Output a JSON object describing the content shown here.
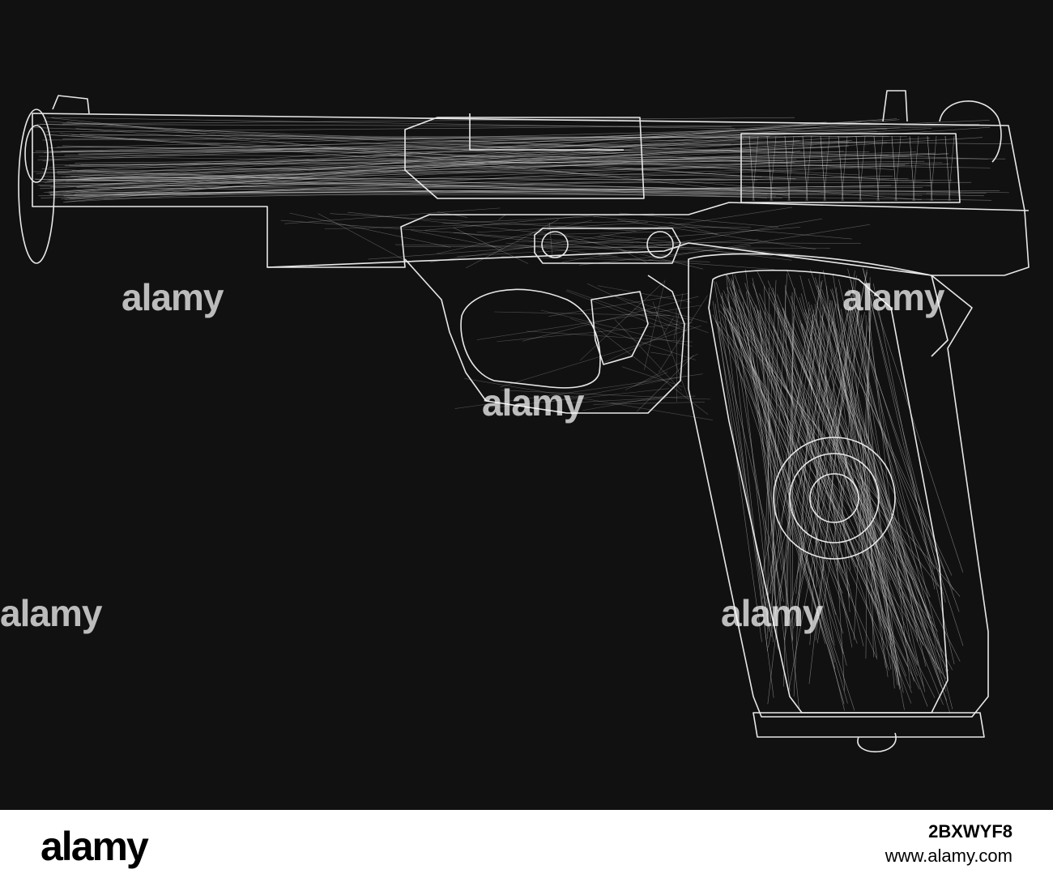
{
  "image": {
    "subject": "pistol-wireframe",
    "background_color": "#111111",
    "wire_color": "#e8e8e8"
  },
  "watermark": {
    "text": "alamy"
  },
  "footer": {
    "logo": "alamy",
    "image_id": "2BXWYF8",
    "url": "www.alamy.com"
  }
}
